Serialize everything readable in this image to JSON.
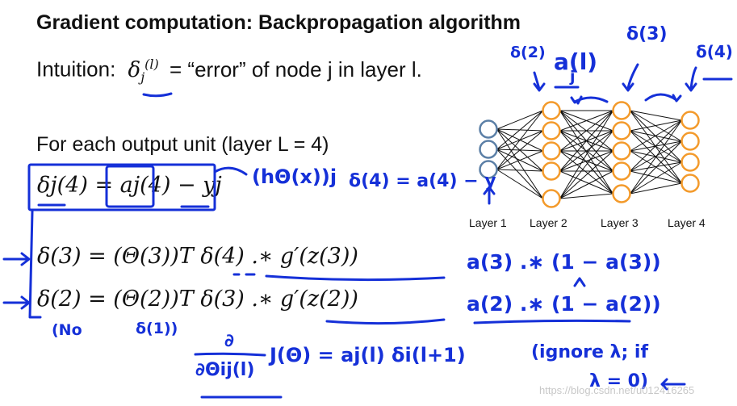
{
  "slide": {
    "title": "Gradient computation: Backpropagation algorithm",
    "intuition": {
      "label": "Intuition:",
      "symbol": "δ",
      "sub": "j",
      "sup": "(l)",
      "text": "= “error” of node j in layer l."
    },
    "for_each": "For each output unit (layer L = 4)",
    "equations": [
      "δj(4) = aj(4) − yj",
      "δ(3) = (Θ(3))T δ(4) .∗ g′(z(3))",
      "δ(2) = (Θ(2))T δ(3) .∗ g′(z(2))"
    ],
    "network": {
      "layer_labels": [
        "Layer 1",
        "Layer 2",
        "Layer 3",
        "Layer 4"
      ],
      "node_counts": [
        3,
        5,
        5,
        4
      ],
      "colors": {
        "input": "#5b7fa6",
        "hidden": "#f39a2b",
        "edge": "#111111"
      }
    }
  },
  "annotations": {
    "color": "#1530d8",
    "notes": [
      "δ(2)",
      "a(l)",
      "j",
      "δ(3)",
      "δ(4)",
      "(hΘ(x))j",
      "δ(4) = a(4) − y",
      "a(3) .∗ (1 − a(3))",
      "a(2) .∗ (1 − a(2))",
      "(No",
      "δ(1))",
      "∂",
      "∂Θij(l)",
      "J(Θ) = aj(l) δi(l+1)",
      "(ignore λ; if",
      "λ = 0)"
    ]
  },
  "watermark": "https://blog.csdn.net/u012416265"
}
